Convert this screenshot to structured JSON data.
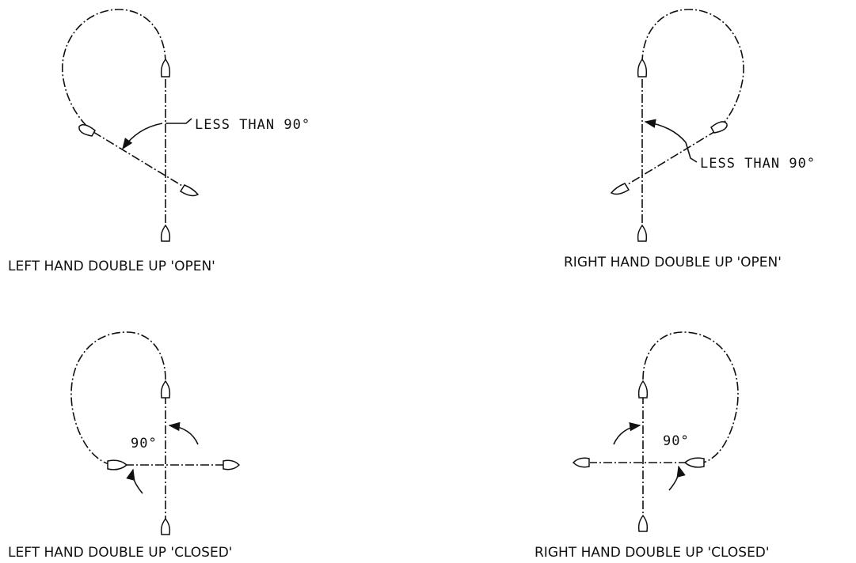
{
  "panels": {
    "left_open": {
      "caption": "LEFT HAND DOUBLE UP 'OPEN'",
      "angle_label": "LESS THAN 90°"
    },
    "right_open": {
      "caption": "RIGHT HAND DOUBLE UP 'OPEN'",
      "angle_label": "LESS THAN 90°"
    },
    "left_closed": {
      "caption": "LEFT HAND DOUBLE UP 'CLOSED'",
      "angle_label": "90°"
    },
    "right_closed": {
      "caption": "RIGHT HAND DOUBLE UP 'CLOSED'",
      "angle_label": "90°"
    }
  }
}
